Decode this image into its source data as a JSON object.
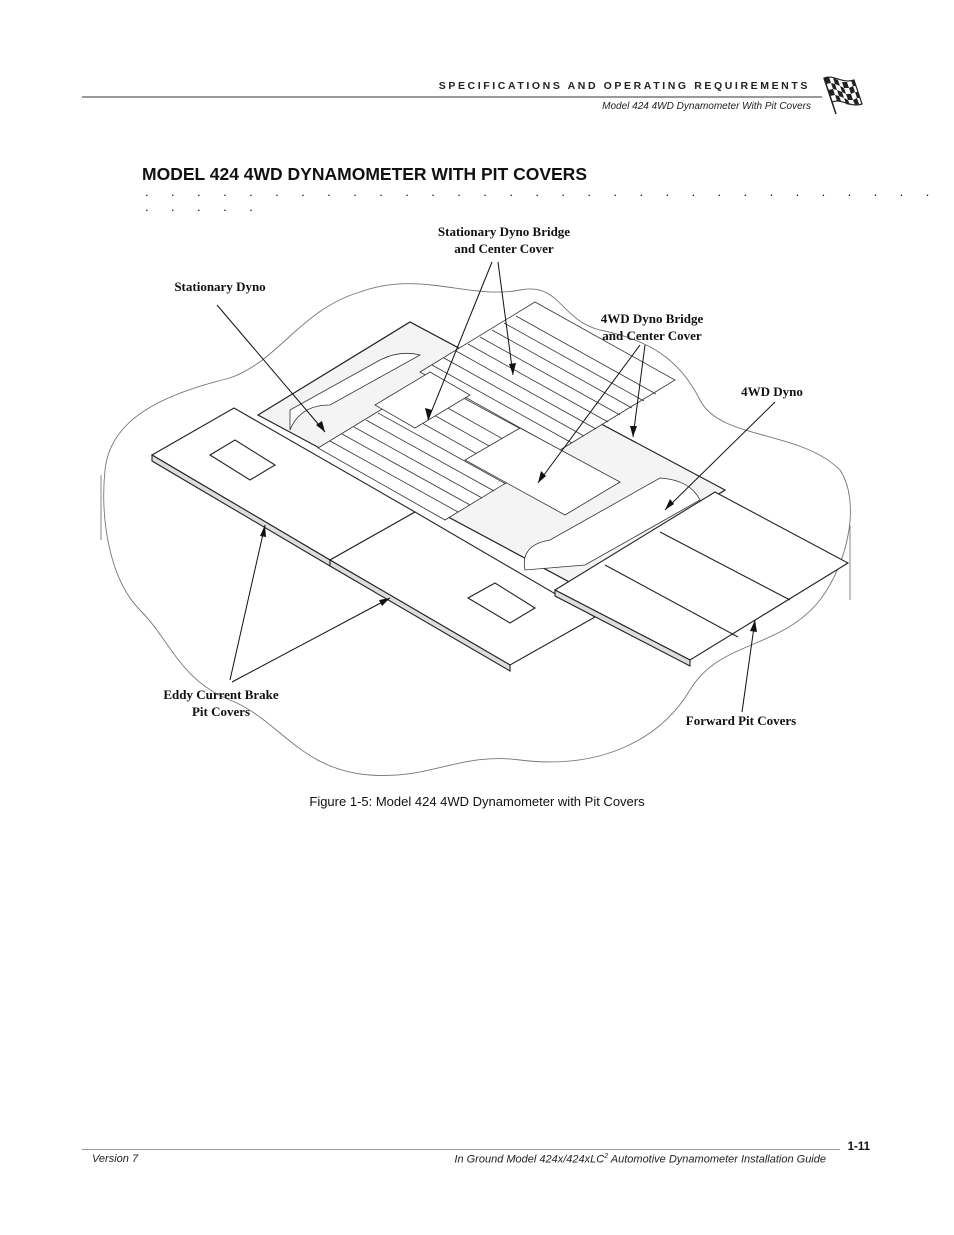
{
  "header": {
    "section_title": "SPECIFICATIONS AND OPERATING REQUIREMENTS",
    "subtitle": "Model 424 4WD Dynamometer With Pit Covers"
  },
  "section": {
    "title": "MODEL 424 4WD DYNAMOMETER WITH PIT COVERS",
    "dots": ". . . . . . . . . . . . . . . . . . . . . . . . . . . . . . . . . . . ."
  },
  "figure": {
    "callouts": {
      "stationary_dyno": "Stationary Dyno",
      "stationary_bridge": "Stationary Dyno Bridge\nand Center Cover",
      "fwd_bridge": "4WD Dyno Bridge\nand Center Cover",
      "fwd_dyno": "4WD Dyno",
      "eddy_current": "Eddy Current Brake\nPit Covers",
      "forward_pit": "Forward Pit Covers"
    },
    "caption": "Figure 1-5: Model 424 4WD Dynamometer with Pit Covers"
  },
  "footer": {
    "version": "Version 7",
    "guide_title_pre": "In Ground Model 424x/424xLC",
    "guide_title_sup": "2",
    "guide_title_post": " Automotive Dynamometer Installation Guide",
    "page_number": "1-11"
  }
}
